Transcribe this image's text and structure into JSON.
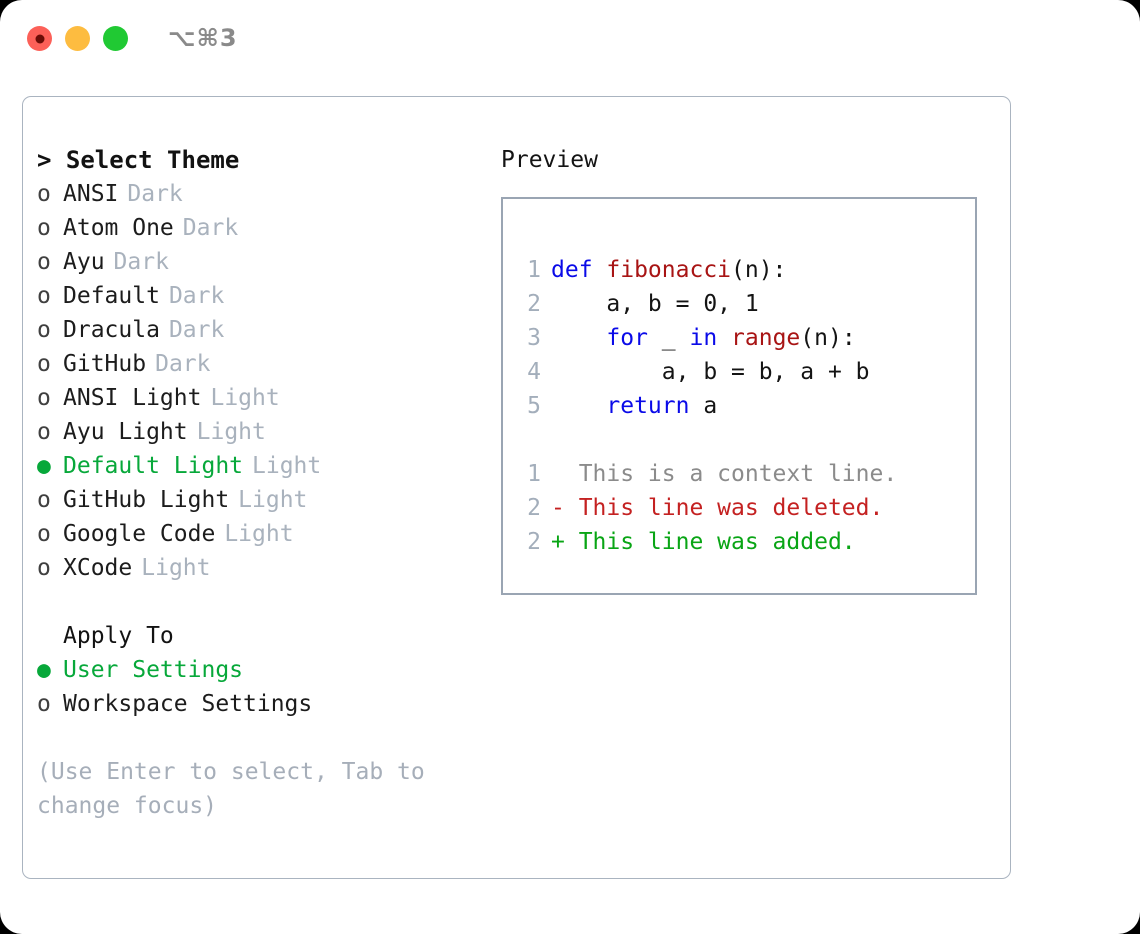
{
  "titlebar": {
    "shortcut": "⌥⌘3",
    "buttons": [
      {
        "name": "close",
        "color": "#fc6058"
      },
      {
        "name": "minimize",
        "color": "#fdbc40"
      },
      {
        "name": "maximize",
        "color": "#20c933"
      }
    ]
  },
  "theme_picker": {
    "header": "> Select Theme",
    "items": [
      {
        "marker": "o",
        "label": "ANSI",
        "mode": "Dark",
        "selected": false
      },
      {
        "marker": "o",
        "label": "Atom One",
        "mode": "Dark",
        "selected": false
      },
      {
        "marker": "o",
        "label": "Ayu",
        "mode": "Dark",
        "selected": false
      },
      {
        "marker": "o",
        "label": "Default",
        "mode": "Dark",
        "selected": false
      },
      {
        "marker": "o",
        "label": "Dracula",
        "mode": "Dark",
        "selected": false
      },
      {
        "marker": "o",
        "label": "GitHub",
        "mode": "Dark",
        "selected": false
      },
      {
        "marker": "o",
        "label": "ANSI Light",
        "mode": "Light",
        "selected": false
      },
      {
        "marker": "o",
        "label": "Ayu Light",
        "mode": "Light",
        "selected": false
      },
      {
        "marker": "●",
        "label": "Default Light",
        "mode": "Light",
        "selected": true
      },
      {
        "marker": "o",
        "label": "GitHub Light",
        "mode": "Light",
        "selected": false
      },
      {
        "marker": "o",
        "label": "Google Code",
        "mode": "Light",
        "selected": false
      },
      {
        "marker": "o",
        "label": "XCode",
        "mode": "Light",
        "selected": false
      }
    ]
  },
  "apply_to": {
    "header": "Apply To",
    "items": [
      {
        "marker": "●",
        "label": "User Settings",
        "selected": true
      },
      {
        "marker": "o",
        "label": "Workspace Settings",
        "selected": false
      }
    ]
  },
  "hint": "(Use Enter to select, Tab to change focus)",
  "preview": {
    "title": "Preview",
    "code_lines": [
      {
        "num": "1",
        "tokens": [
          {
            "t": "def ",
            "c": "kw"
          },
          {
            "t": "fibonacci",
            "c": "fn"
          },
          {
            "t": "(n):",
            "c": "def"
          }
        ]
      },
      {
        "num": "2",
        "tokens": [
          {
            "t": "    a, b = 0, 1",
            "c": "def"
          }
        ]
      },
      {
        "num": "3",
        "tokens": [
          {
            "t": "    ",
            "c": "def"
          },
          {
            "t": "for",
            "c": "kw"
          },
          {
            "t": " _ ",
            "c": "def"
          },
          {
            "t": "in ",
            "c": "kw"
          },
          {
            "t": "range",
            "c": "fn"
          },
          {
            "t": "(n):",
            "c": "def"
          }
        ]
      },
      {
        "num": "4",
        "tokens": [
          {
            "t": "        a, b = b, a + b",
            "c": "def"
          }
        ]
      },
      {
        "num": "5",
        "tokens": [
          {
            "t": "    ",
            "c": "def"
          },
          {
            "t": "return",
            "c": "kw"
          },
          {
            "t": " a",
            "c": "def"
          }
        ]
      }
    ],
    "diff_lines": [
      {
        "num": "1",
        "text": "  This is a context line.",
        "kind": "ctx"
      },
      {
        "num": "2",
        "text": "- This line was deleted.",
        "kind": "del"
      },
      {
        "num": "2",
        "text": "+ This line was added.",
        "kind": "add"
      }
    ]
  },
  "colors": {
    "accent_green": "#07a83a",
    "keyword_blue": "#0a0ae8",
    "function_red": "#a81414",
    "diff_added": "#09a515",
    "diff_deleted": "#c42121",
    "muted": "#a9b2bd",
    "border": "#aab4c0"
  }
}
